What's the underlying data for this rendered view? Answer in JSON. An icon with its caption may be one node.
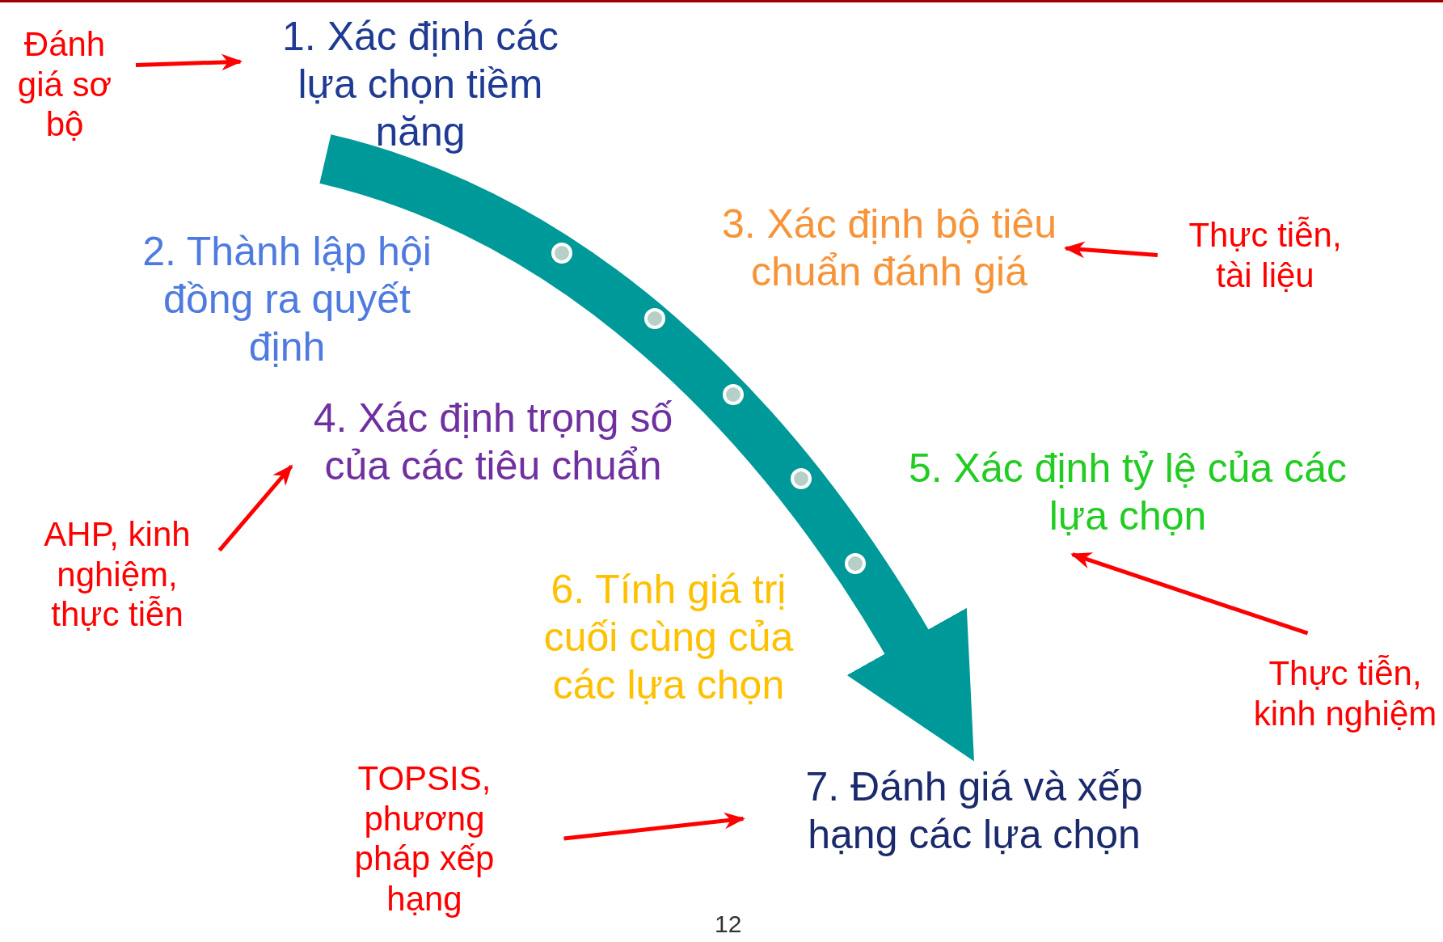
{
  "diagram": {
    "nodes": [
      {
        "text": [
          "1. Xác định các lựa chọn tiềm năng"
        ]
      },
      {
        "text": [
          "Đánh giá sơ bộ"
        ]
      },
      {
        "text": [
          "2. Thành lập hội đồng ra quyết định"
        ]
      },
      {
        "text": [
          "3. Xác định bộ tiêu chuẩn đánh giá"
        ]
      },
      {
        "text": [
          "Thực tiễn, tài liệu"
        ]
      },
      {
        "text": [
          "4. Xác định trọng số của các tiêu chuẩn"
        ]
      },
      {
        "text": [
          "AHP, kinh nghiệm, thực tiễn"
        ]
      },
      {
        "text": [
          "5. Xác định tỷ lệ của các lựa chọn"
        ]
      },
      {
        "text": [
          "Thực tiễn, kinh nghiệm"
        ]
      },
      {
        "text": [
          "6. Tính giá trị cuối cùng của các lựa chọn"
        ]
      },
      {
        "text": [
          "TOPSIS, phương pháp xếp hạng"
        ]
      },
      {
        "text": [
          "7. Đánh giá và xếp hạng các lựa chọn"
        ]
      }
    ],
    "edges": [
      {
        "from": 1,
        "to": 0,
        "arrow": "to"
      },
      {
        "from": 4,
        "to": 3,
        "arrow": "to"
      },
      {
        "from": 6,
        "to": 5,
        "arrow": "to"
      },
      {
        "from": 8,
        "to": 7,
        "arrow": "to"
      },
      {
        "from": 10,
        "to": 11,
        "arrow": "to"
      },
      {
        "from": 0,
        "to": 11,
        "arrow": "to",
        "style": "thick",
        "color": "#009999"
      }
    ],
    "labels": [
      "12"
    ]
  }
}
